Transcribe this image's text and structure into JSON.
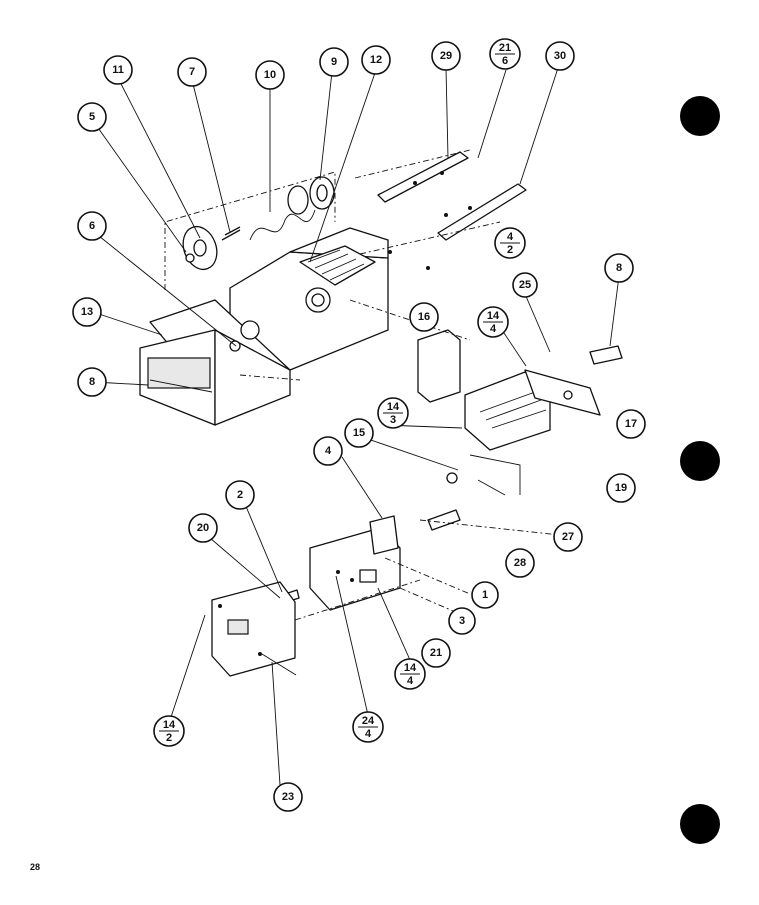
{
  "page_number": "28",
  "callouts": [
    {
      "id": "c11",
      "label": "11"
    },
    {
      "id": "c7",
      "label": "7"
    },
    {
      "id": "c10",
      "label": "10"
    },
    {
      "id": "c9",
      "label": "9"
    },
    {
      "id": "c12",
      "label": "12"
    },
    {
      "id": "c5",
      "label": "5"
    },
    {
      "id": "c6",
      "label": "6"
    },
    {
      "id": "c13",
      "label": "13"
    },
    {
      "id": "c8a",
      "label": "8"
    },
    {
      "id": "c29",
      "label": "29"
    },
    {
      "id": "c30",
      "label": "30"
    },
    {
      "id": "c25",
      "label": "25"
    },
    {
      "id": "c8b",
      "label": "8"
    },
    {
      "id": "c16",
      "label": "16"
    },
    {
      "id": "c17",
      "label": "17"
    },
    {
      "id": "c15",
      "label": "15"
    },
    {
      "id": "c19",
      "label": "19"
    },
    {
      "id": "c4",
      "label": "4"
    },
    {
      "id": "c2",
      "label": "2"
    },
    {
      "id": "c20",
      "label": "20"
    },
    {
      "id": "c27",
      "label": "27"
    },
    {
      "id": "c28",
      "label": "28"
    },
    {
      "id": "c1",
      "label": "1"
    },
    {
      "id": "c3",
      "label": "3"
    },
    {
      "id": "c21",
      "label": "21"
    },
    {
      "id": "c23",
      "label": "23"
    }
  ],
  "fraction_callouts": [
    {
      "id": "f21-6",
      "top": "21",
      "bottom": "6"
    },
    {
      "id": "f4-2",
      "top": "4",
      "bottom": "2"
    },
    {
      "id": "f14-4a",
      "top": "14",
      "bottom": "4"
    },
    {
      "id": "f14-3",
      "top": "14",
      "bottom": "3"
    },
    {
      "id": "f14-4b",
      "top": "14",
      "bottom": "4"
    },
    {
      "id": "f14-2",
      "top": "14",
      "bottom": "2"
    },
    {
      "id": "f24-4",
      "top": "24",
      "bottom": "4"
    }
  ]
}
